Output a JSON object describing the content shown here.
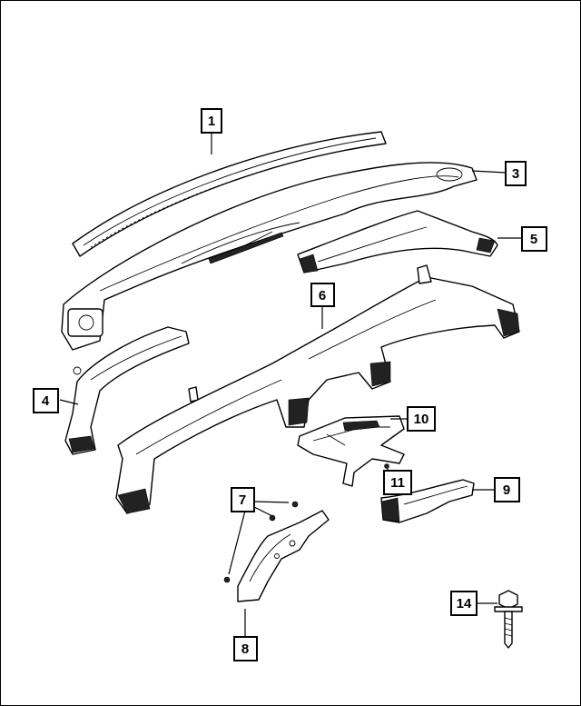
{
  "diagram": {
    "callouts": [
      {
        "id": "callout-1",
        "label": "1"
      },
      {
        "id": "callout-3",
        "label": "3"
      },
      {
        "id": "callout-4",
        "label": "4"
      },
      {
        "id": "callout-5",
        "label": "5"
      },
      {
        "id": "callout-6",
        "label": "6"
      },
      {
        "id": "callout-7",
        "label": "7"
      },
      {
        "id": "callout-8",
        "label": "8"
      },
      {
        "id": "callout-9",
        "label": "9"
      },
      {
        "id": "callout-10",
        "label": "10"
      },
      {
        "id": "callout-11",
        "label": "11"
      },
      {
        "id": "callout-14",
        "label": "14"
      }
    ]
  }
}
